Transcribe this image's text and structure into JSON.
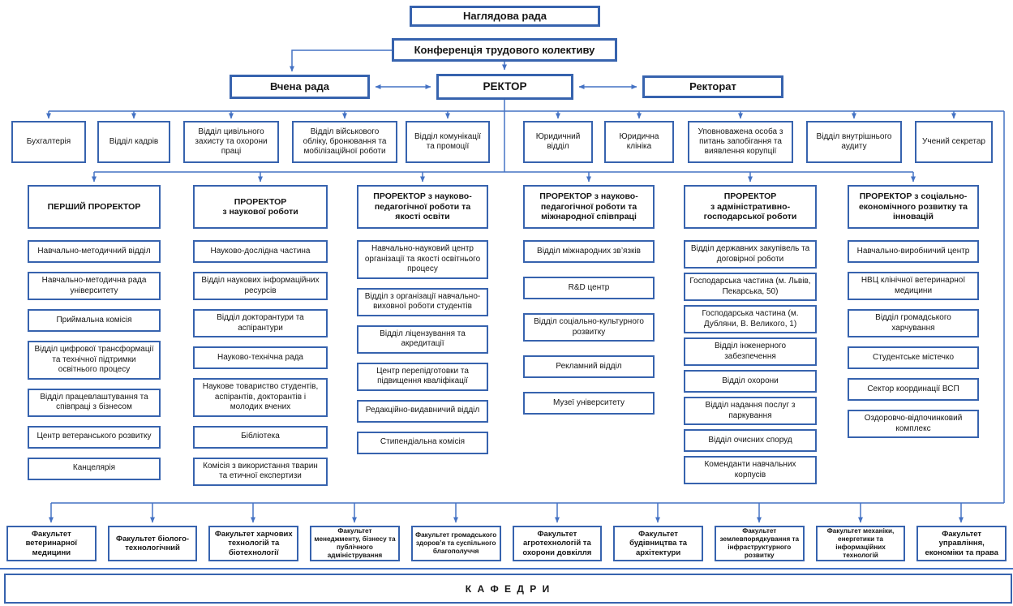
{
  "colors": {
    "box_border": "#3763AE",
    "line": "#4472C4",
    "text": "#161616"
  },
  "top": {
    "supervisory_board": "Наглядова рада",
    "conference": "Конференція трудового колективу",
    "academic_council": "Вчена рада",
    "rector": "РЕКТОР",
    "rectorate": "Ректорат"
  },
  "departments": [
    "Бухгалтерія",
    "Відділ кадрів",
    "Відділ цивільного захисту та охорони праці",
    "Відділ військового обліку, бронювання та мобілізаційної роботи",
    "Відділ комунікації та промоції",
    "Юридичний відділ",
    "Юридична клініка",
    "Уповноважена особа з питань запобігання та виявлення корупції",
    "Відділ внутрішнього аудиту",
    "Учений секретар"
  ],
  "prorectors": [
    {
      "title": "ПЕРШИЙ ПРОРЕКТОР",
      "units": [
        "Навчально-методичний відділ",
        "Навчально-методична рада університету",
        "Приймальна комісія",
        "Відділ цифрової трансформації та технічної підтримки освітнього процесу",
        "Відділ працевлаштування та співпраці з бізнесом",
        "Центр ветеранського розвитку",
        "Канцелярія"
      ]
    },
    {
      "title": "ПРОРЕКТОР\nз наукової роботи",
      "units": [
        "Науково-дослідна частина",
        "Відділ наукових інформаційних ресурсів",
        "Відділ докторантури та аспірантури",
        "Науково-технічна рада",
        "Наукове товариство студентів, аспірантів, докторантів і молодих вчених",
        "Бібліотека",
        "Комісія з використання тварин та етичної експертизи"
      ]
    },
    {
      "title": "ПРОРЕКТОР з науково-педагогічної роботи та якості освіти",
      "units": [
        "Навчально-науковий центр організації та якості освітнього процесу",
        "Відділ з організації навчально-виховної роботи студентів",
        "Відділ ліцензування та акредитації",
        "Центр перепідготовки та підвищення кваліфікації",
        "Редакційно-видавничий відділ",
        "Стипендіальна комісія"
      ]
    },
    {
      "title": "ПРОРЕКТОР з науково-педагогічної роботи та міжнародної співпраці",
      "units": [
        "Відділ міжнародних зв’язків",
        "R&D центр",
        "Відділ соціально-культурного розвитку",
        "Рекламний відділ",
        "Музеї університету"
      ]
    },
    {
      "title": "ПРОРЕКТОР\nз адміністративно-господарської роботи",
      "units": [
        "Відділ державних закупівель та договірної роботи",
        "Господарська частина (м. Львів, Пекарська, 50)",
        "Господарська частина (м. Дубляни, В. Великого, 1)",
        "Відділ інженерного забезпечення",
        "Відділ охорони",
        "Відділ надання послуг з паркування",
        "Відділ очисних споруд",
        "Коменданти навчальних корпусів"
      ]
    },
    {
      "title": "ПРОРЕКТОР з соціально-економічного розвитку та інновацій",
      "units": [
        "Навчально-виробничий центр",
        "НВЦ клінічної ветеринарної медицини",
        "Відділ громадського харчування",
        "Студентське містечко",
        "Сектор координації ВСП",
        "Оздоровчо-відпочинковий комплекс"
      ]
    }
  ],
  "faculties": [
    "Факультет ветеринарної медицини",
    "Факультет біолого-технологічний",
    "Факультет харчових технологій та біотехнології",
    "Факультет менеджменту, бізнесу та публічного адміністрування",
    "Факультет громадського здоров’я та суспільного благополуччя",
    "Факультет агротехнологій та охорони довкілля",
    "Факультет будівництва та архітектури",
    "Факультет землевпорядкування та інфраструктурного розвитку",
    "Факультет механіки, енергетики та інформаційних технологій",
    "Факультет управління, економіки та права"
  ],
  "kafedry": "К А Ф Е Д Р И"
}
